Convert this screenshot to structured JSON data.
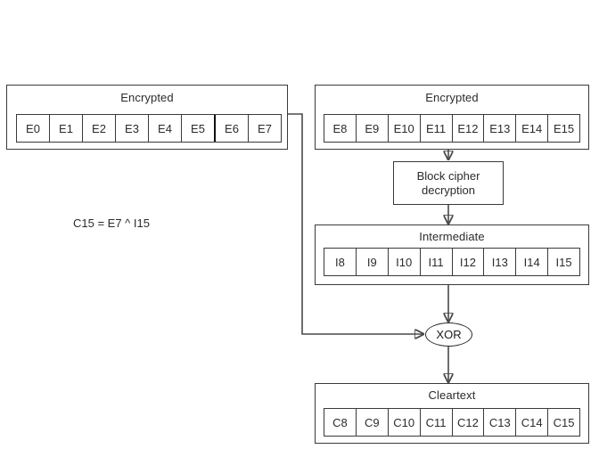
{
  "diagram": {
    "title_left_block": "Encrypted",
    "title_right_block": "Encrypted",
    "formula": "C15 = E7 ^ I15",
    "colors": {
      "stroke": "#3a3a3a",
      "text": "#2b2b2b",
      "background": "#ffffff"
    }
  },
  "left_encrypted": {
    "label": "Encrypted",
    "cells": [
      "E0",
      "E1",
      "E2",
      "E3",
      "E4",
      "E5",
      "E6",
      "E7"
    ]
  },
  "right_encrypted": {
    "label": "Encrypted",
    "cells": [
      "E8",
      "E9",
      "E10",
      "E11",
      "E12",
      "E13",
      "E14",
      "E15"
    ]
  },
  "block_cipher": {
    "line1": "Block cipher",
    "line2": "decryption"
  },
  "intermediate": {
    "label": "Intermediate",
    "cells": [
      "I8",
      "I9",
      "I10",
      "I11",
      "I12",
      "I13",
      "I14",
      "I15"
    ]
  },
  "xor_node": {
    "label": "XOR"
  },
  "cleartext": {
    "label": "Cleartext",
    "cells": [
      "C8",
      "C9",
      "C10",
      "C11",
      "C12",
      "C13",
      "C14",
      "C15"
    ]
  }
}
